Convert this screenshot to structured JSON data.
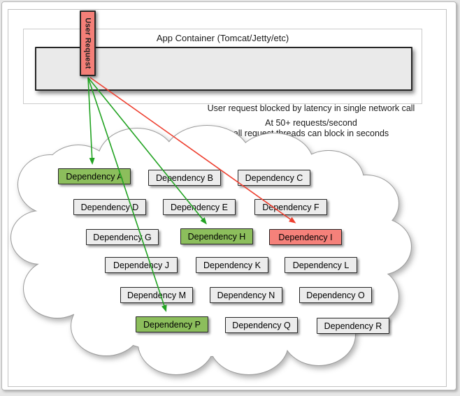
{
  "app_container": {
    "title": "App Container (Tomcat/Jetty/etc)"
  },
  "user_request": {
    "label": "User Request"
  },
  "annotations": {
    "line1": "User request blocked by latency in single network call",
    "line2": "At 50+ requests/second",
    "line3": "all request threads can block in seconds"
  },
  "colors": {
    "dependency_default": "#ececec",
    "dependency_highlight_green": "#8cbe5c",
    "dependency_blocked_red": "#f5817a",
    "user_request_box": "#f47f78",
    "arrow_green": "#22a322",
    "arrow_red": "#ee3f2f"
  },
  "dependencies": {
    "items": [
      {
        "label": "Dependency A",
        "status": "green"
      },
      {
        "label": "Dependency B",
        "status": "gray"
      },
      {
        "label": "Dependency C",
        "status": "gray"
      },
      {
        "label": "Dependency D",
        "status": "gray"
      },
      {
        "label": "Dependency E",
        "status": "gray"
      },
      {
        "label": "Dependency F",
        "status": "gray"
      },
      {
        "label": "Dependency G",
        "status": "gray"
      },
      {
        "label": "Dependency H",
        "status": "green"
      },
      {
        "label": "Dependency I",
        "status": "red"
      },
      {
        "label": "Dependency J",
        "status": "gray"
      },
      {
        "label": "Dependency K",
        "status": "gray"
      },
      {
        "label": "Dependency L",
        "status": "gray"
      },
      {
        "label": "Dependency M",
        "status": "gray"
      },
      {
        "label": "Dependency N",
        "status": "gray"
      },
      {
        "label": "Dependency O",
        "status": "gray"
      },
      {
        "label": "Dependency P",
        "status": "green"
      },
      {
        "label": "Dependency Q",
        "status": "gray"
      },
      {
        "label": "Dependency R",
        "status": "gray"
      }
    ]
  }
}
